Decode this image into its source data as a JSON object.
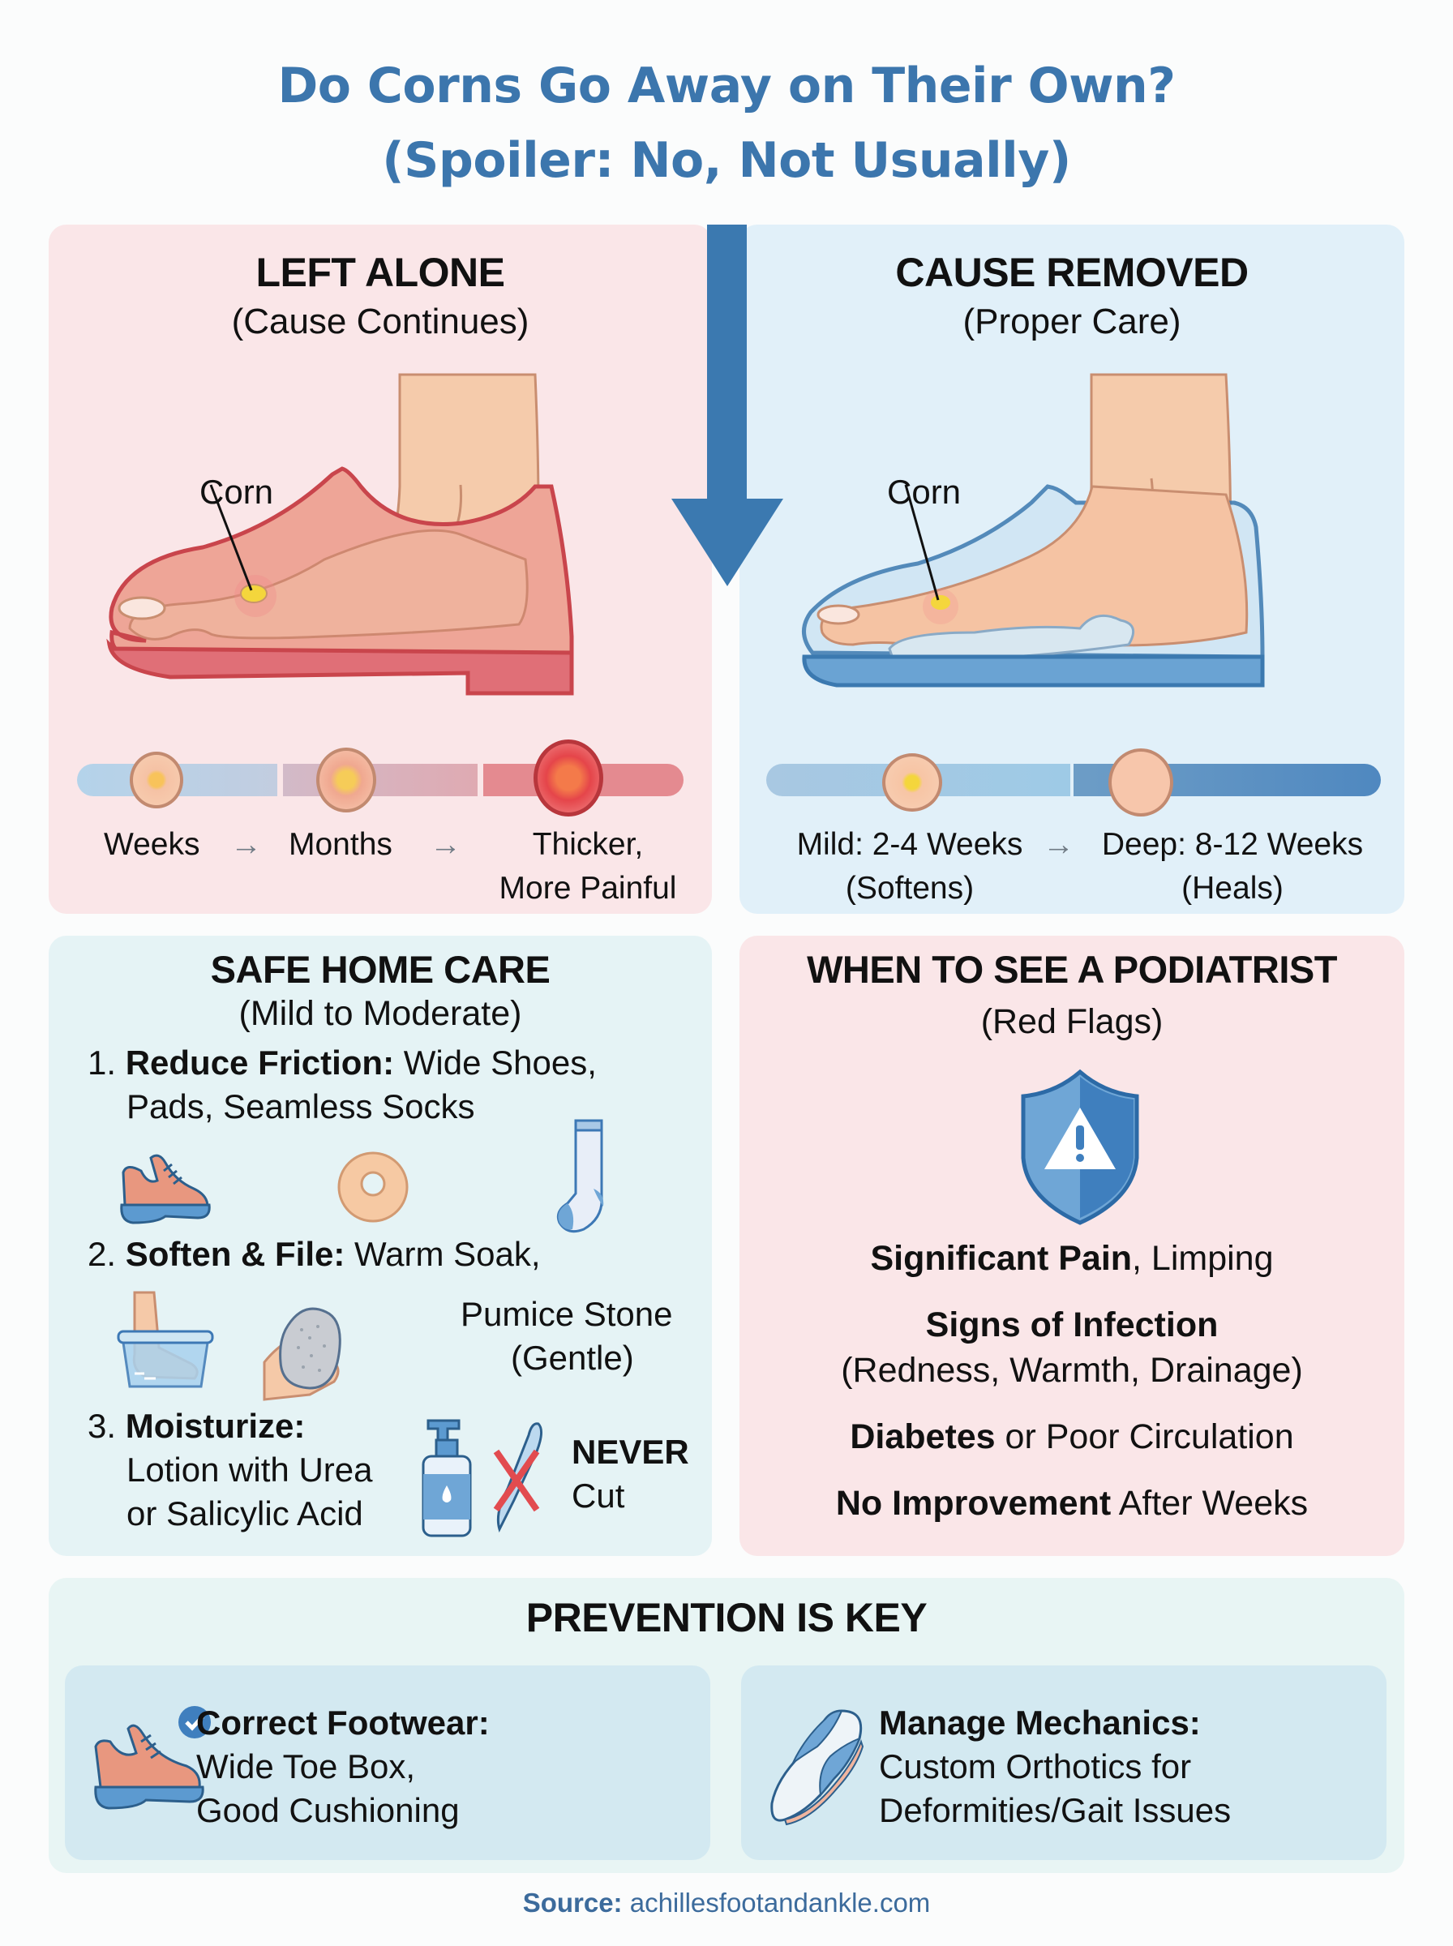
{
  "title": {
    "line1": "Do Corns Go Away on Their Own?",
    "line2": "(Spoiler: No, Not Usually)"
  },
  "colors": {
    "title_blue": "#3c76ad",
    "arrow_blue": "#3b79b0",
    "pink_panel": "#fae6e8",
    "blue_panel": "#e1f0f9",
    "mint_panel": "#e5f3f5",
    "shoe_red": "#e4727a",
    "skin": "#f5c9a8",
    "corn_yellow": "#f4d63c"
  },
  "left_alone": {
    "heading": "LEFT ALONE",
    "subheading": "(Cause Continues)",
    "corn_label": "Corn",
    "timeline": {
      "stage1": "Weeks",
      "arrow": "→",
      "stage2": "Months",
      "stage3_line1": "Thicker,",
      "stage3_line2": "More Painful"
    }
  },
  "cause_removed": {
    "heading": "CAUSE REMOVED",
    "subheading": "(Proper Care)",
    "corn_label": "Corn",
    "timeline": {
      "mild_line1": "Mild: 2-4 Weeks",
      "mild_line2": "(Softens)",
      "arrow": "→",
      "deep_line1": "Deep: 8-12 Weeks",
      "deep_line2": "(Heals)"
    }
  },
  "home_care": {
    "heading": "SAFE HOME CARE",
    "subheading": "(Mild to Moderate)",
    "steps": [
      {
        "number": "1.",
        "bold": "Reduce Friction:",
        "text": " Wide Shoes,",
        "text2": "Pads, Seamless Socks"
      },
      {
        "number": "2.",
        "bold": "Soften & File:",
        "text": " Warm Soak,",
        "text2": "Pumice Stone",
        "text3": "(Gentle)"
      },
      {
        "number": "3.",
        "bold": "Moisturize:",
        "text2": "Lotion with Urea",
        "text3": "or Salicylic Acid"
      }
    ],
    "never_bold": "NEVER",
    "never_text": "Cut"
  },
  "podiatrist": {
    "heading": "WHEN TO SEE A PODIATRIST",
    "subheading": "(Red Flags)",
    "flags": [
      {
        "bold": "Significant Pain",
        "text": ", Limping"
      },
      {
        "bold": "Signs of Infection",
        "text": "",
        "sub": "(Redness, Warmth, Drainage)"
      },
      {
        "bold": "Diabetes",
        "text": " or Poor Circulation"
      },
      {
        "bold": "No Improvement",
        "text": " After Weeks"
      }
    ]
  },
  "prevention": {
    "heading": "PREVENTION IS KEY",
    "cards": [
      {
        "bold": "Correct Footwear:",
        "line2": "Wide Toe Box,",
        "line3": "Good Cushioning"
      },
      {
        "bold": "Manage Mechanics:",
        "line2": "Custom Orthotics for",
        "line3": "Deformities/Gait Issues"
      }
    ]
  },
  "footer": {
    "source_label": "Source:",
    "source_value": " achillesfootandankle.com"
  }
}
